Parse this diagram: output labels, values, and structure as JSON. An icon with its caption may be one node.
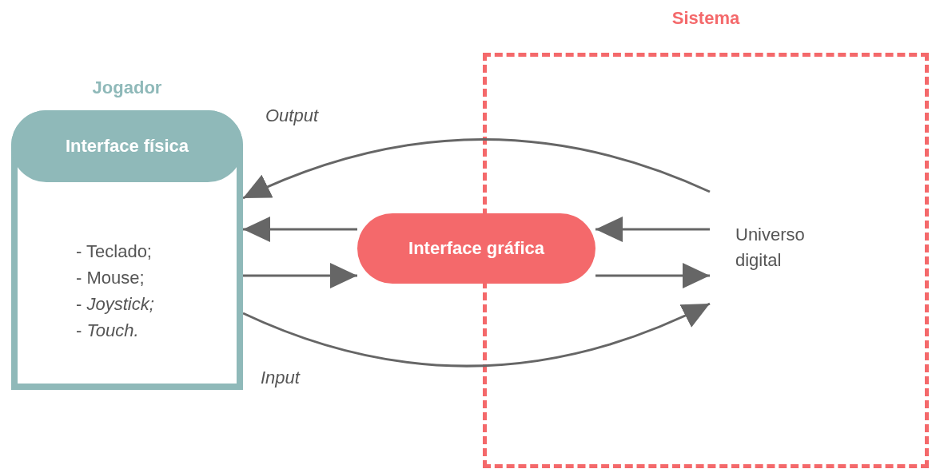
{
  "diagram": {
    "nodes": [
      {
        "text": [
          "Sistema"
        ]
      },
      {
        "text": [
          "Jogador",
          "Interface física",
          "- Teclado;",
          "- Mouse;",
          "- *Joystick;*",
          "- *Touch.*"
        ]
      },
      {
        "text": [
          "Interface gráfica"
        ]
      },
      {
        "text": [
          "Universo digital"
        ],
        "in": 0
      }
    ],
    "edges": [
      {
        "from": 3,
        "to": 1,
        "arrow": "to",
        "label": "Output"
      },
      {
        "from": 3,
        "to": 2,
        "arrow": "to"
      },
      {
        "from": 2,
        "to": 1,
        "arrow": "to"
      },
      {
        "from": 1,
        "to": 2,
        "arrow": "to"
      },
      {
        "from": 2,
        "to": 3,
        "arrow": "to"
      },
      {
        "from": 1,
        "to": 3,
        "arrow": "to",
        "label": "Input"
      }
    ]
  }
}
